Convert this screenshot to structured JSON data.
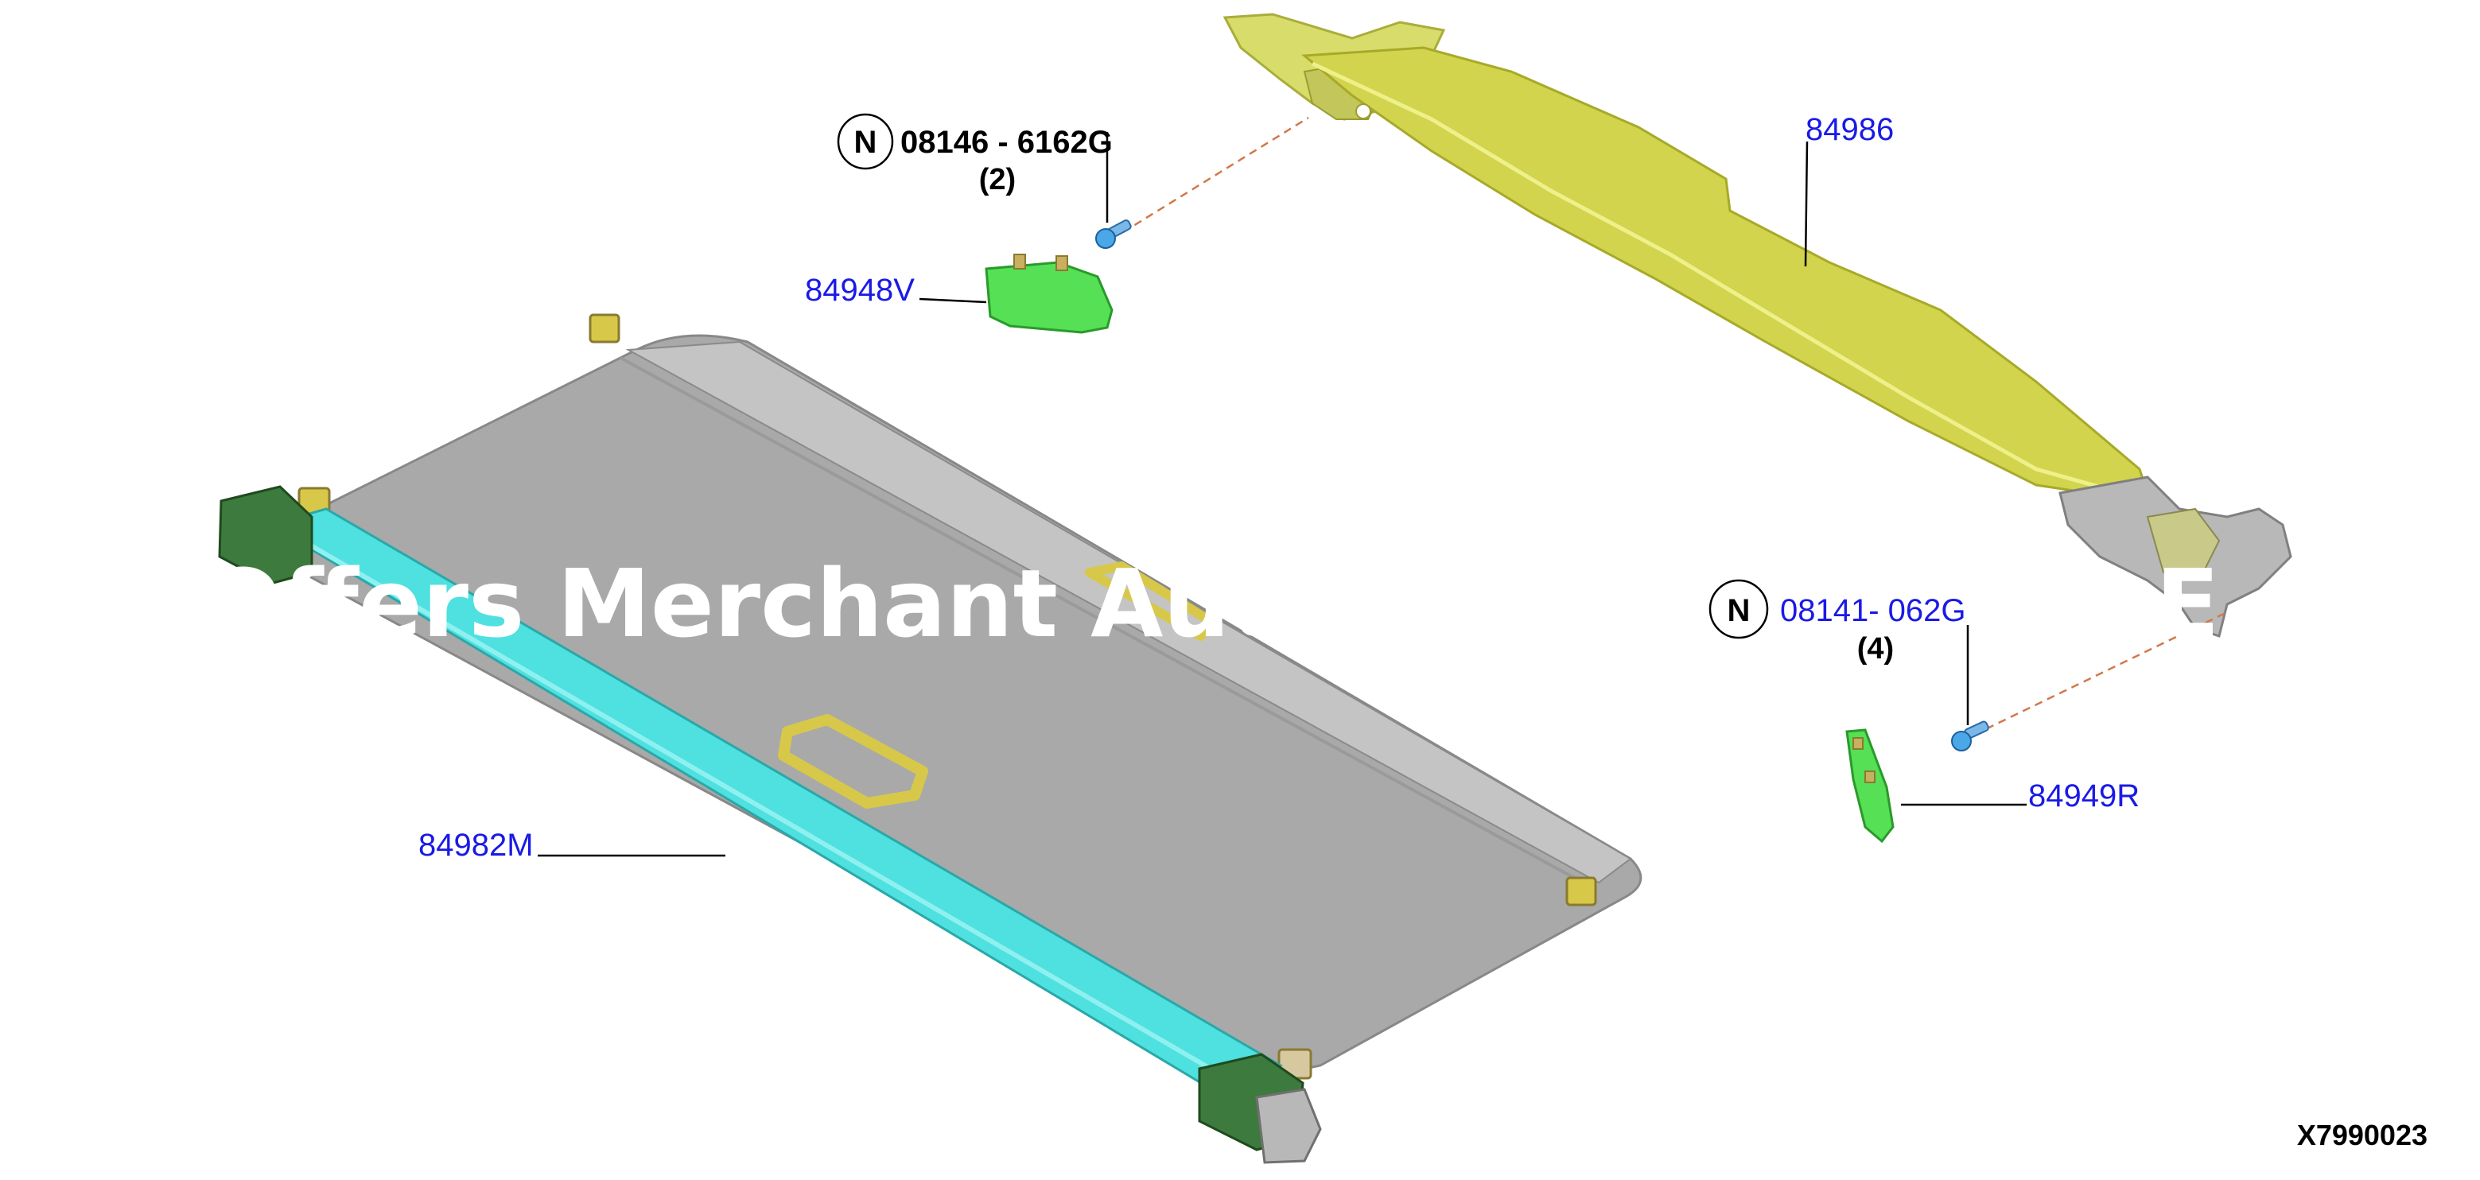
{
  "diagram": {
    "drawing_id": "X7990023",
    "colors": {
      "label_blue": "#1a1ae6",
      "callout_black": "#000000",
      "cover_gray": "#a9a9a9",
      "cassette_cyan": "#4fe0e0",
      "end_cap_green": "#3d7a3d",
      "clip_green": "#55e055",
      "rail_yellow": "#cfd14a",
      "bracket_gray": "#b0b0b0",
      "screw_blue": "#4aa8e8",
      "leader_orange": "#d2784a"
    },
    "parts": [
      {
        "id": "84986",
        "label": "84986",
        "description_icon": "load-cover-rail"
      },
      {
        "id": "84948V",
        "label": "84948V",
        "description_icon": "left-mounting-clip"
      },
      {
        "id": "84949R",
        "label": "84949R",
        "description_icon": "right-mounting-clip"
      },
      {
        "id": "84982M",
        "label": "84982M",
        "description_icon": "cargo-cover-assembly"
      }
    ],
    "fasteners": [
      {
        "symbol": "N",
        "part_number": "08146 - 6162G",
        "quantity": "(2)"
      },
      {
        "symbol": "N",
        "part_number": "08141- 062G",
        "quantity": "(4)"
      }
    ],
    "watermark": {
      "text": "Offers Merchant Auto Parts",
      "trailing_text": "E"
    }
  }
}
